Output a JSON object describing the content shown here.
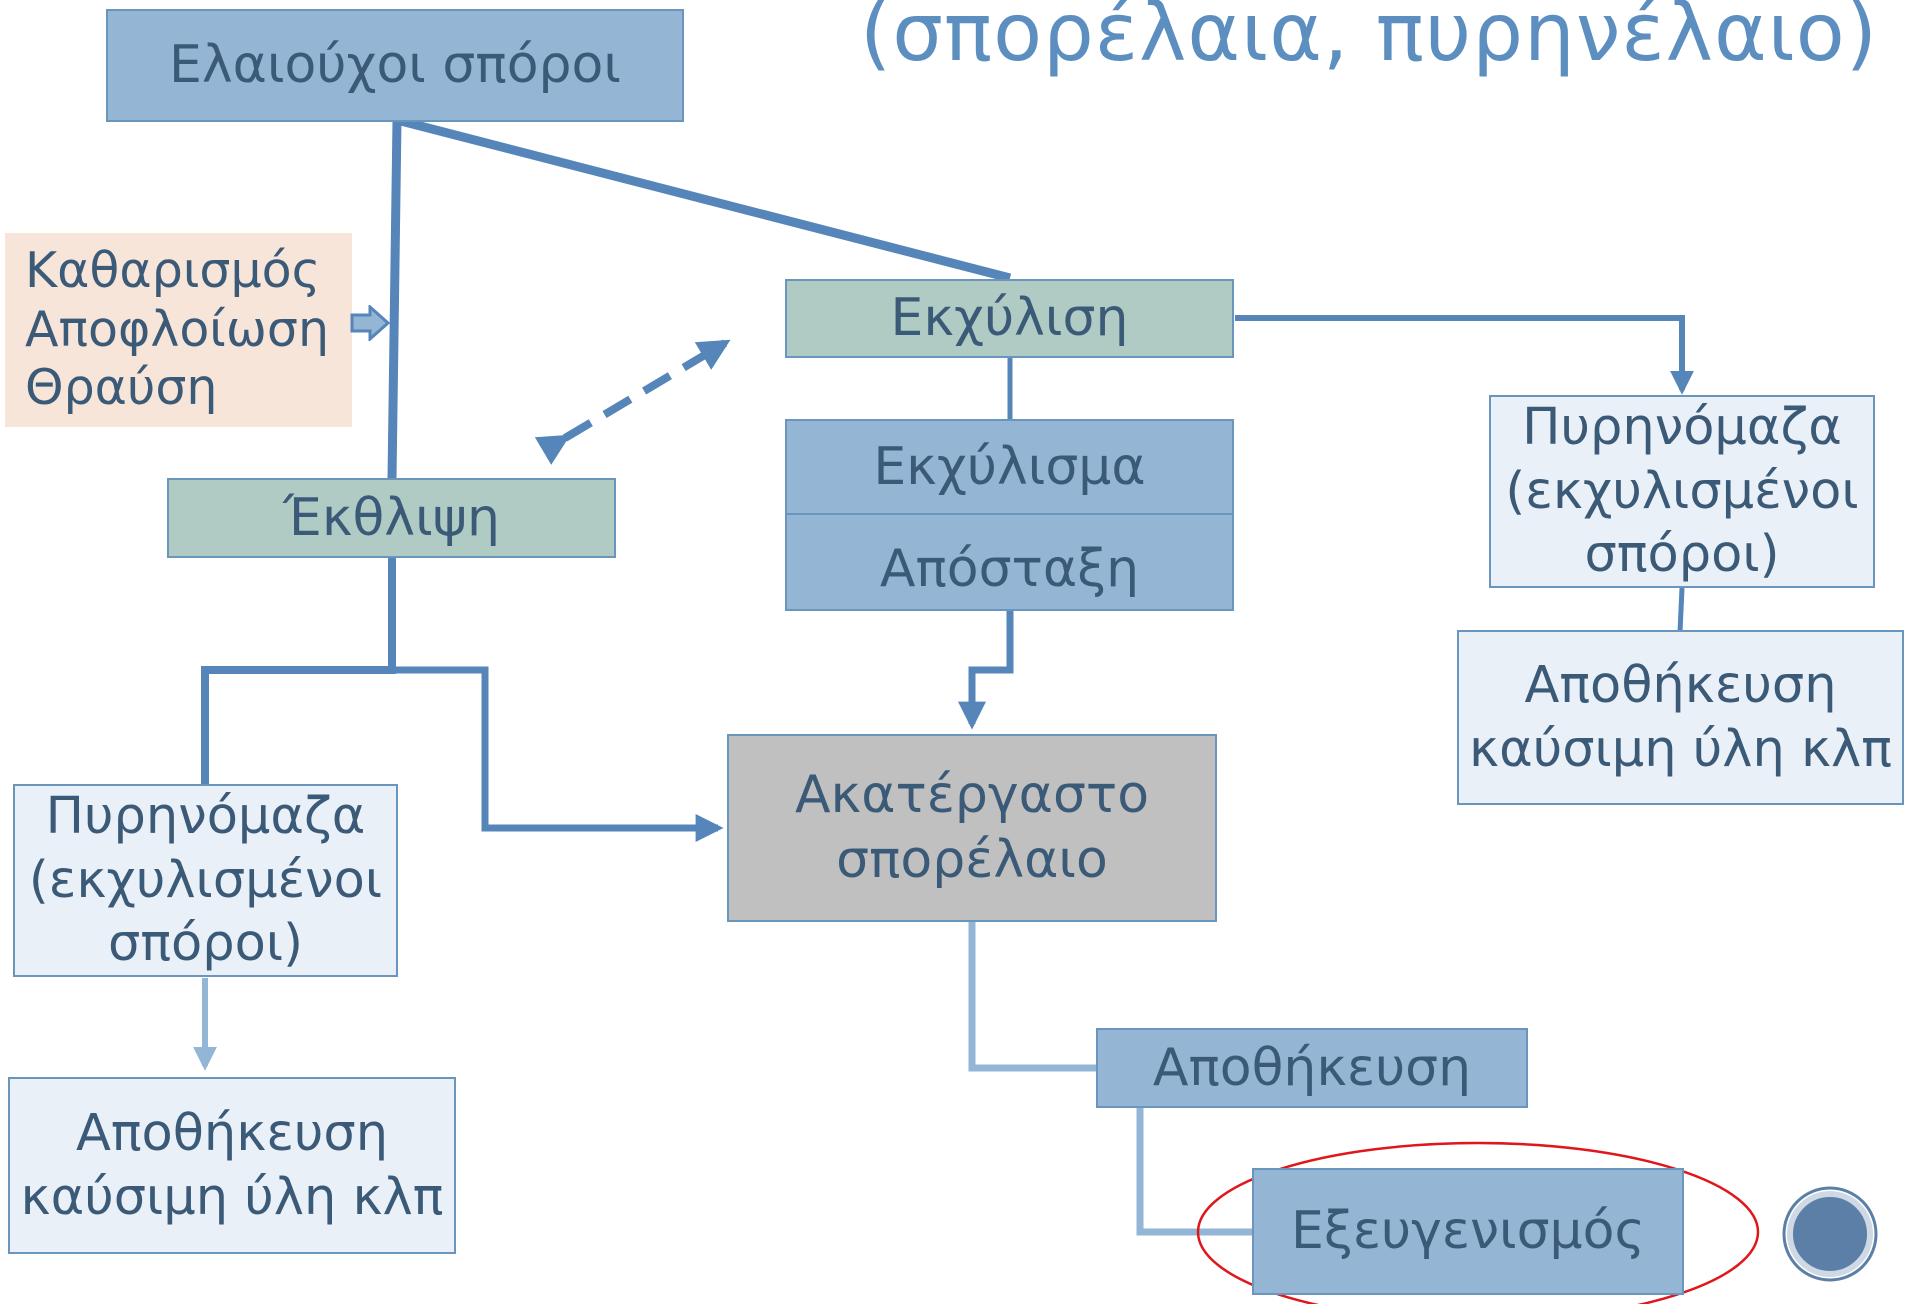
{
  "title": "(σπορέλαια, πυρηνέλαιο)",
  "nodes": {
    "seeds": "Ελαιούχοι σπόροι",
    "pretreatment": [
      "Καθαρισμός",
      "Αποφλοίωση",
      "Θραύση"
    ],
    "extraction": "Εκχύλιση",
    "pressing": "Έκθλιψη",
    "extract": "Εκχύλισμα",
    "distillation": "Απόσταξη",
    "residue_right": [
      "Πυρηνόμαζα",
      "(εκχυλισμένοι",
      "σπόροι)"
    ],
    "storage_fuel_right": [
      "Αποθήκευση",
      "καύσιμη ύλη κλπ"
    ],
    "residue_left": [
      "Πυρηνόμαζα",
      "(εκχυλισμένοι",
      "σπόροι)"
    ],
    "storage_fuel_left": [
      "Αποθήκευση",
      "καύσιμη ύλη κλπ"
    ],
    "crude_oil": [
      "Ακατέργαστο",
      "σπορέλαιο"
    ],
    "storage": "Αποθήκευση",
    "refining": "Εξευγενισμός"
  },
  "colors": {
    "dark_box": "#94b5d3",
    "green_box": "#b0cbc4",
    "pale_box": "#eaf0f8",
    "gray_box": "#c0c0c0",
    "peach_box": "#f8e5da",
    "line": "#5585b9",
    "light_line": "#93b6d6",
    "highlight": "#e0161b"
  }
}
